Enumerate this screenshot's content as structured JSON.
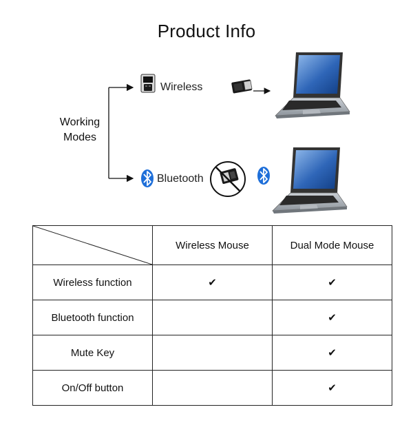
{
  "title": "Product Info",
  "diagram": {
    "root_label": [
      "Working",
      "Modes"
    ],
    "modes": [
      {
        "label": "Wireless",
        "icon": "usb-receiver-icon",
        "target_icon": "laptop-icon"
      },
      {
        "label": "Bluetooth",
        "icon": "bluetooth-icon",
        "target_icon": "laptop-icon",
        "note_icon": "no-receiver-icon"
      }
    ],
    "colors": {
      "bluetooth": "#1e6fd9",
      "laptop_screen": "#3c78c8",
      "prohibit": "#111111"
    }
  },
  "table": {
    "columns": [
      "",
      "Wireless Mouse",
      "Dual Mode Mouse"
    ],
    "rows": [
      {
        "feature": "Wireless function",
        "cells": [
          "✔",
          "✔"
        ]
      },
      {
        "feature": "Bluetooth function",
        "cells": [
          "",
          "✔"
        ]
      },
      {
        "feature": "Mute Key",
        "cells": [
          "",
          "✔"
        ]
      },
      {
        "feature": "On/Off button",
        "cells": [
          "",
          "✔"
        ]
      }
    ]
  }
}
